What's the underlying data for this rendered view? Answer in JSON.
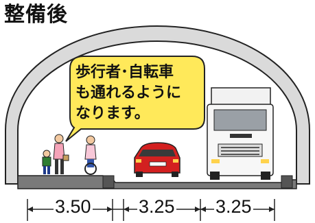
{
  "title": "整備後",
  "speech_bubble": {
    "lines": [
      "歩行者･自転車",
      "も通れるように",
      "なります。"
    ],
    "fill_color": "#FFE95A",
    "border_color": "#222222"
  },
  "tunnel": {
    "shell_color": "#DADADA",
    "outline_color": "#222222"
  },
  "figures": {
    "pedestrians": [
      "child",
      "adult-walking",
      "cyclist"
    ],
    "vehicles": [
      "red-car",
      "white-truck"
    ]
  },
  "dimensions": [
    {
      "label": "3.50",
      "value": 3.5,
      "unit": "m"
    },
    {
      "label": "3.25",
      "value": 3.25,
      "unit": "m"
    },
    {
      "label": "3.25",
      "value": 3.25,
      "unit": "m"
    }
  ]
}
